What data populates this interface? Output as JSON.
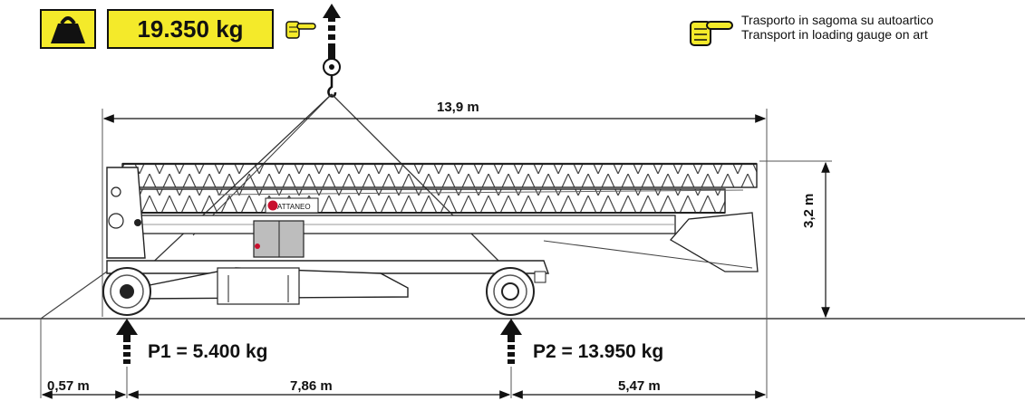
{
  "weight": {
    "value": "19.350 kg",
    "icon": "weight-icon",
    "color": "#f4ea2a"
  },
  "note": {
    "line1": "Trasporto in sagoma su autoartico",
    "line2": "Transport in loading gauge on art"
  },
  "brand": {
    "logo_text": "ATTANEO"
  },
  "dimensions": {
    "overall_length": "13,9 m",
    "height": "3,2 m",
    "front_overhang": "0,57 m",
    "wheelbase": "7,86 m",
    "rear_overhang": "5,47 m"
  },
  "loads": {
    "p1": "P1 = 5.400 kg",
    "p2": "P2 = 13.950 kg"
  }
}
